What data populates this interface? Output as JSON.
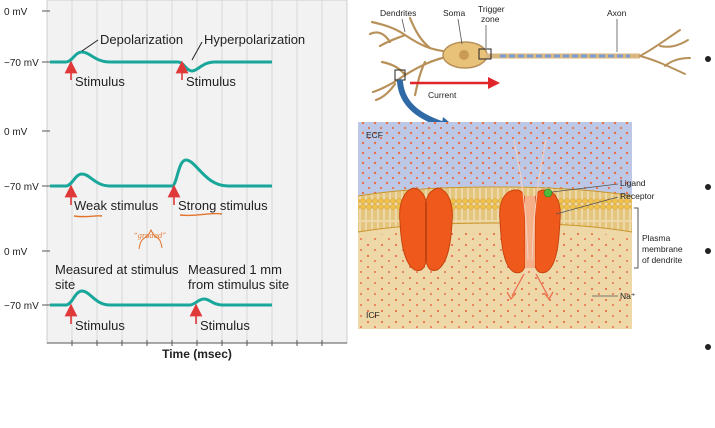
{
  "left_panel": {
    "axis_labels": {
      "zero_mv": "0 mV",
      "rest_mv": "−70 mV",
      "x_axis": "Time (msec)"
    },
    "graph1": {
      "depolarization": "Depolarization",
      "hyperpolarization": "Hyperpolarization",
      "stimulus_a": "Stimulus",
      "stimulus_b": "Stimulus"
    },
    "graph2": {
      "weak": "Weak stimulus",
      "strong": "Strong stimulus",
      "handwritten_note": "“graded”"
    },
    "graph3": {
      "measured_site_line1": "Measured at stimulus",
      "measured_site_line2": "site",
      "measured_far_line1": "Measured 1 mm",
      "measured_far_line2": "from stimulus site",
      "stimulus_a": "Stimulus",
      "stimulus_b": "Stimulus"
    }
  },
  "right_panel": {
    "neuron": {
      "dendrites": "Dendrites",
      "soma": "Soma",
      "trigger_line1": "Trigger",
      "trigger_line2": "zone",
      "axon": "Axon",
      "current": "Current"
    },
    "membrane": {
      "ecf": "ECF",
      "icf": "ICF",
      "ligand": "Ligand",
      "receptor": "Receptor",
      "plasma_line1": "Plasma",
      "plasma_line2": "membrane",
      "plasma_line3": "of dendrite",
      "na": "Na⁺"
    }
  },
  "colors": {
    "trace": "#1aa79b",
    "stimulus_arrow": "#e0393a",
    "panel_bg": "#f2f2f2",
    "ecf_bg": "#bcc8e6",
    "icf_bg": "#efd8a8",
    "channel": "#ef5a1c",
    "current_arrow": "#e0262a",
    "pointer_arrow": "#2f6aa6",
    "underline_orange": "#e2742c"
  }
}
